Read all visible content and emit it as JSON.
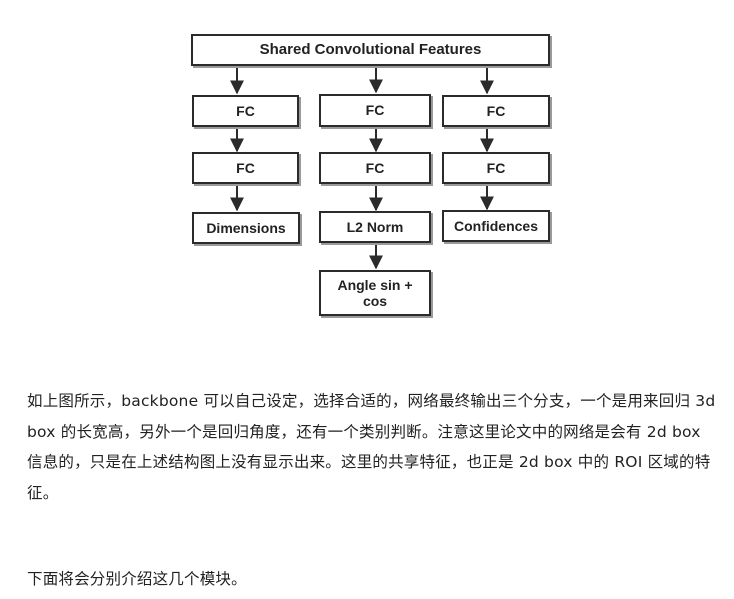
{
  "diagram": {
    "top": "Shared Convolutional Features",
    "branch_left": {
      "fc1": "FC",
      "fc2": "FC",
      "output": "Dimensions"
    },
    "branch_middle": {
      "fc1": "FC",
      "fc2": "FC",
      "norm": "L2 Norm",
      "output": "Angle sin + cos"
    },
    "branch_right": {
      "fc1": "FC",
      "fc2": "FC",
      "output": "Confidences"
    }
  },
  "text": {
    "paragraph1": "如上图所示，backbone 可以自己设定，选择合适的，网络最终输出三个分支，一个是用来回归 3d box 的长宽高，另外一个是回归角度，还有一个类别判断。注意这里论文中的网络是会有 2d box 信息的，只是在上述结构图上没有显示出来。这里的共享特征，也正是 2d box 中的 ROI 区域的特征。",
    "paragraph2": "下面将会分别介绍这几个模块。"
  }
}
